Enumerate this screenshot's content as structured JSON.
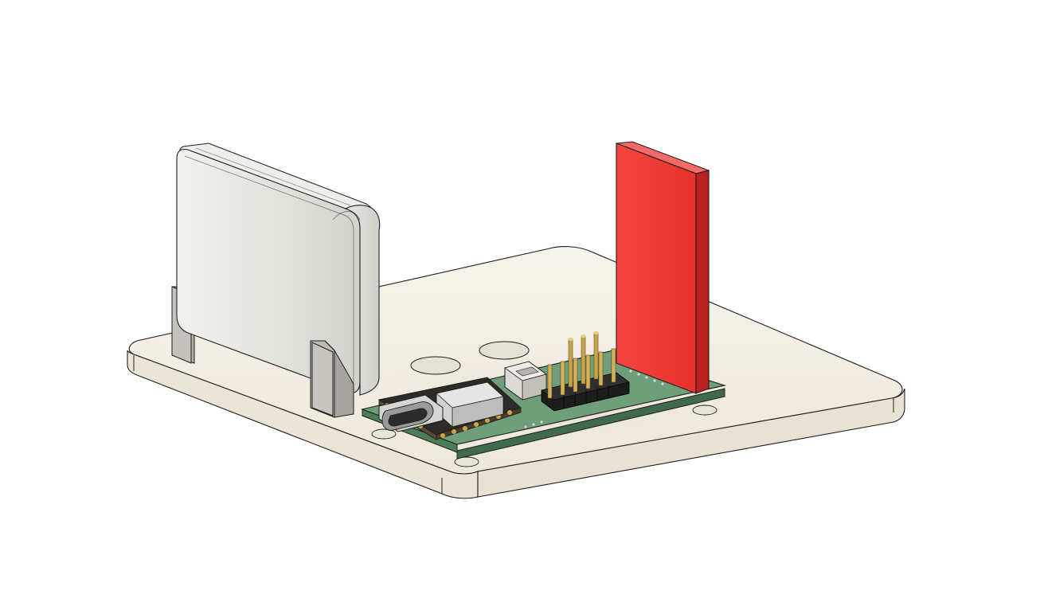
{
  "scene": {
    "background": "#ffffff",
    "colors": {
      "base_plate": "#f4efe4",
      "base_plate_side": "#ece5d6",
      "edge": "#1e1e1e",
      "pcb": "#6f9e7a",
      "pcb_side": "#3f6a4c",
      "red_panel": "#f23a35",
      "red_panel_side": "#b01e1c",
      "battery": "#e4e3dc",
      "bracket": "#b9b7b0",
      "header_plastic": "#1c1c1c",
      "header_pin": "#c9a44b",
      "usb_metal": "#cfcfcf",
      "hole": "#e3ded3"
    },
    "objects": [
      "base-plate",
      "battery-pack",
      "battery-brackets",
      "red-panel",
      "pcb-board",
      "microcontroller-module",
      "usb-c-connector",
      "jst-connector",
      "pin-header",
      "standoffs",
      "mounting-holes"
    ]
  }
}
